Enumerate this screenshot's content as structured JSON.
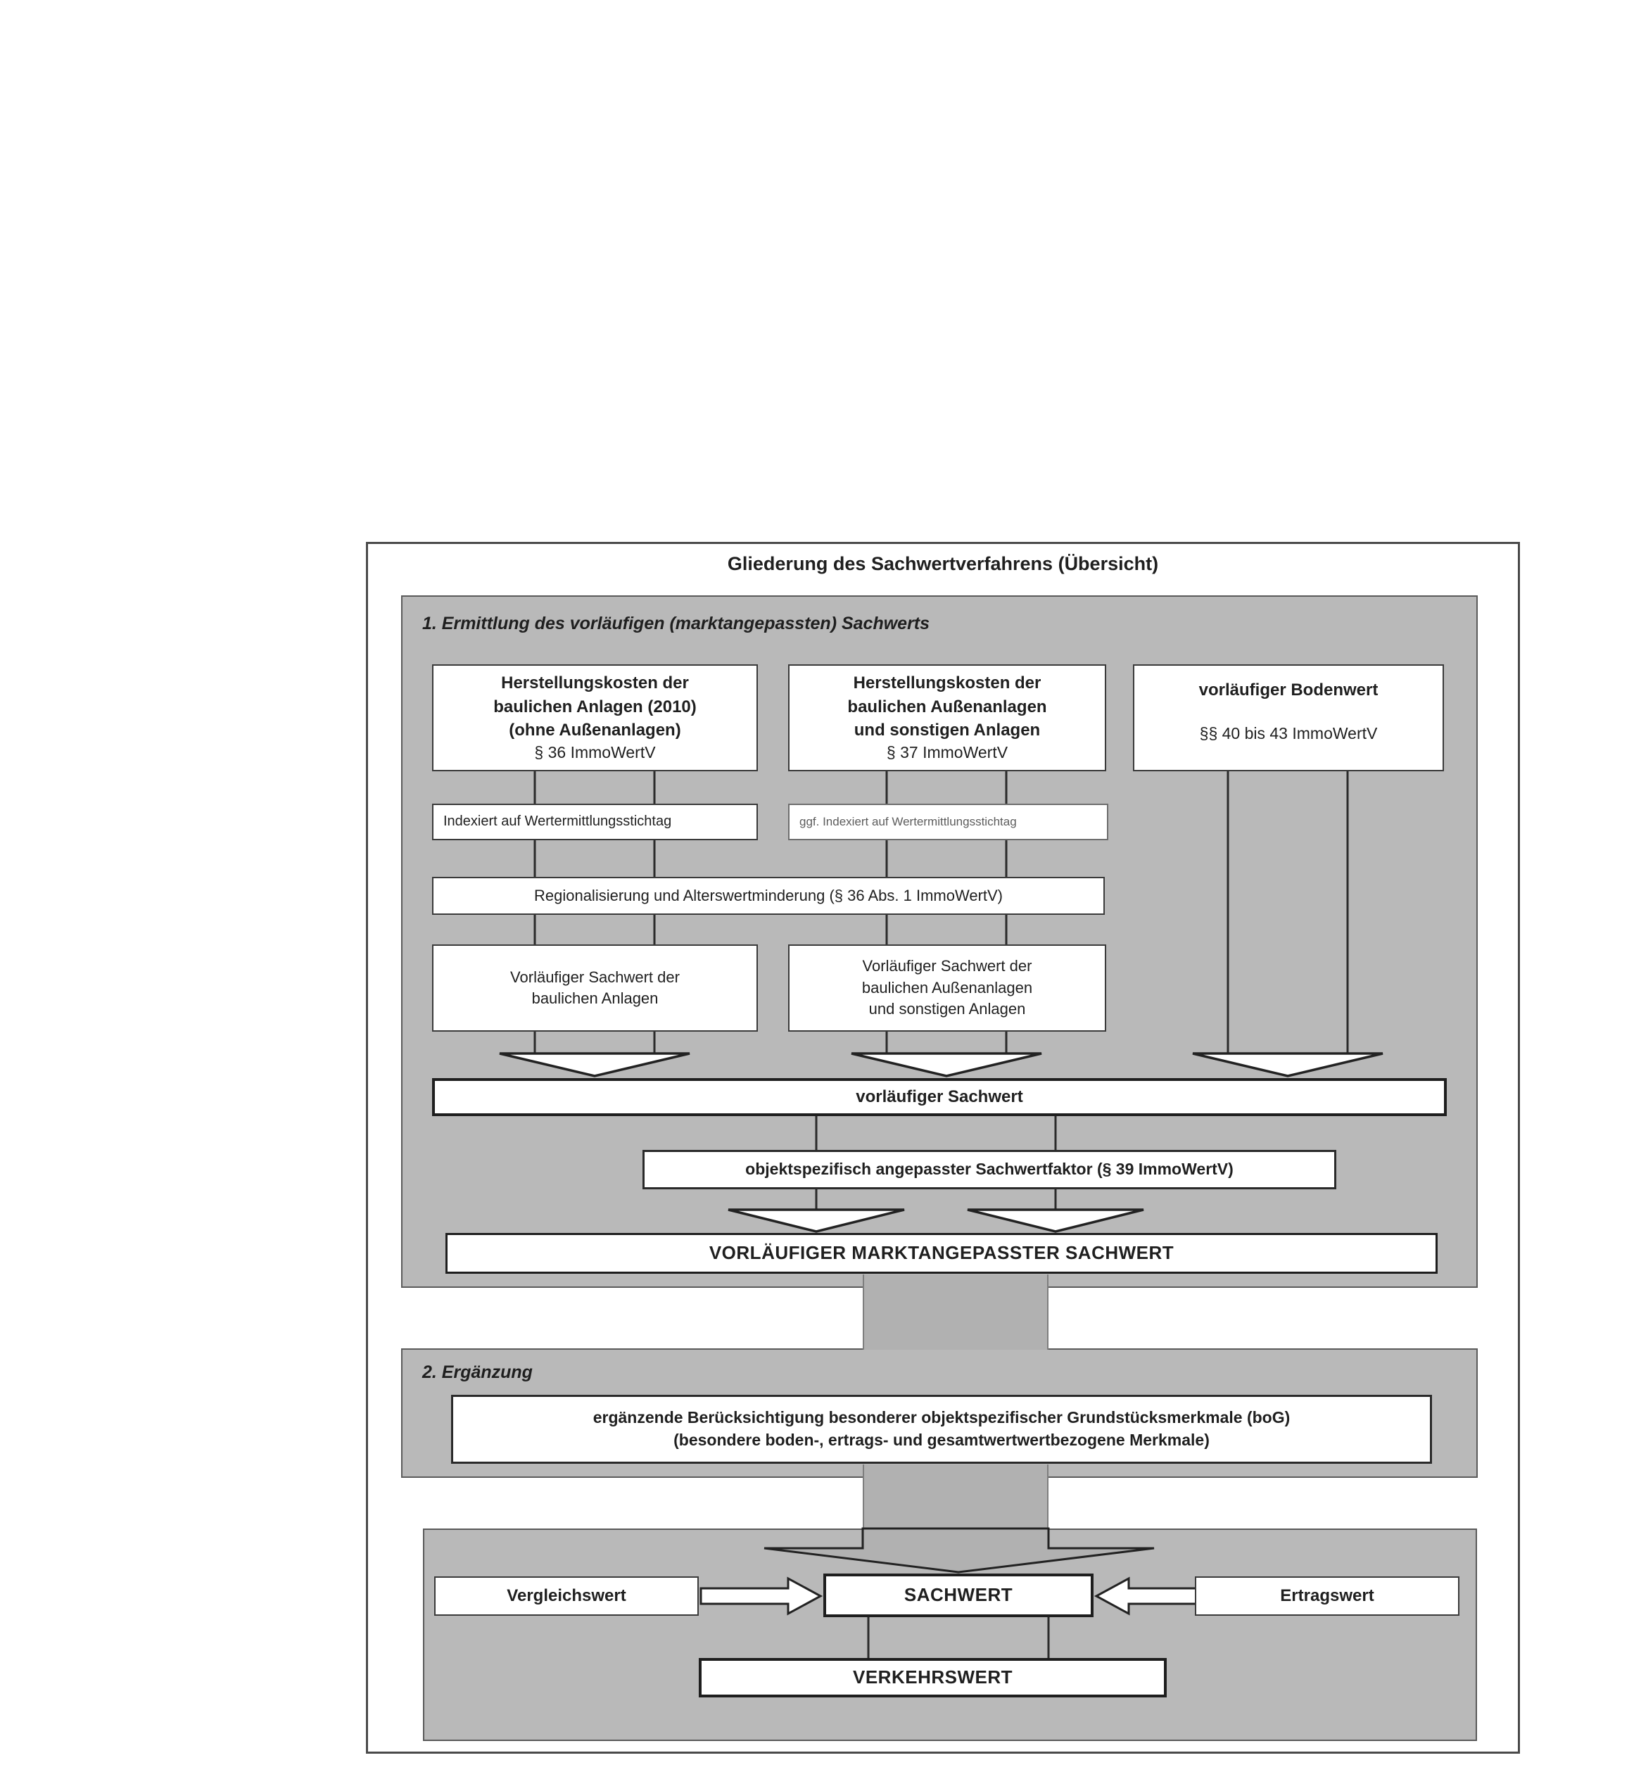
{
  "diagram": {
    "title": "Gliederung des Sachwertverfahrens (Übersicht)",
    "section1": {
      "label": "1. Ermittlung des vorläufigen (marktangepassten) Sachwerts",
      "box_costs_buildings": {
        "line1": "Herstellungskosten der",
        "line2": "baulichen Anlagen (2010)",
        "line3": "(ohne Außenanlagen)",
        "ref": "§ 36 ImmoWertV"
      },
      "box_costs_outdoor": {
        "line1": "Herstellungskosten der",
        "line2": "baulichen Außenanlagen",
        "line3": "und sonstigen Anlagen",
        "ref": "§ 37 ImmoWertV"
      },
      "box_land_value": {
        "title": "vorläufiger Bodenwert",
        "ref": "§§ 40 bis 43 ImmoWertV"
      },
      "box_indexed_left": "Indexiert auf Wertermittlungsstichtag",
      "box_indexed_middle": "ggf. Indexiert auf Wertermittlungsstichtag",
      "box_regionalisierung": "Regionalisierung und Alterswertminderung (§ 36 Abs. 1 ImmoWertV)",
      "box_prelim_buildings": {
        "line1": "Vorläufiger Sachwert der",
        "line2": "baulichen Anlagen"
      },
      "box_prelim_outdoor": {
        "line1": "Vorläufiger Sachwert der",
        "line2": "baulichen Außenanlagen",
        "line3": "und sonstigen Anlagen"
      },
      "box_prelim_sachwert": "vorläufiger Sachwert",
      "box_sachwertfaktor": "objektspezifisch angepasster Sachwertfaktor (§ 39 ImmoWertV)",
      "box_market_adjusted": "VORLÄUFIGER MARKTANGEPASSTER SACHWERT"
    },
    "section2": {
      "label": "2. Ergänzung",
      "box_bog": {
        "line1": "ergänzende Berücksichtigung besonderer objektspezifischer Grundstücksmerkmale (boG)",
        "line2": "(besondere boden-, ertrags- und gesamtwertwertbezogene Merkmale)"
      }
    },
    "section3": {
      "box_vergleichswert": "Vergleichswert",
      "box_sachwert": "SACHWERT",
      "box_ertragswert": "Ertragswert",
      "box_verkehrswert": "VERKEHRSWERT"
    },
    "colors": {
      "panel_gray": "#b9b9b9",
      "connector_gray": "#b1b1b1",
      "line_color": "#2b2b2b"
    }
  }
}
